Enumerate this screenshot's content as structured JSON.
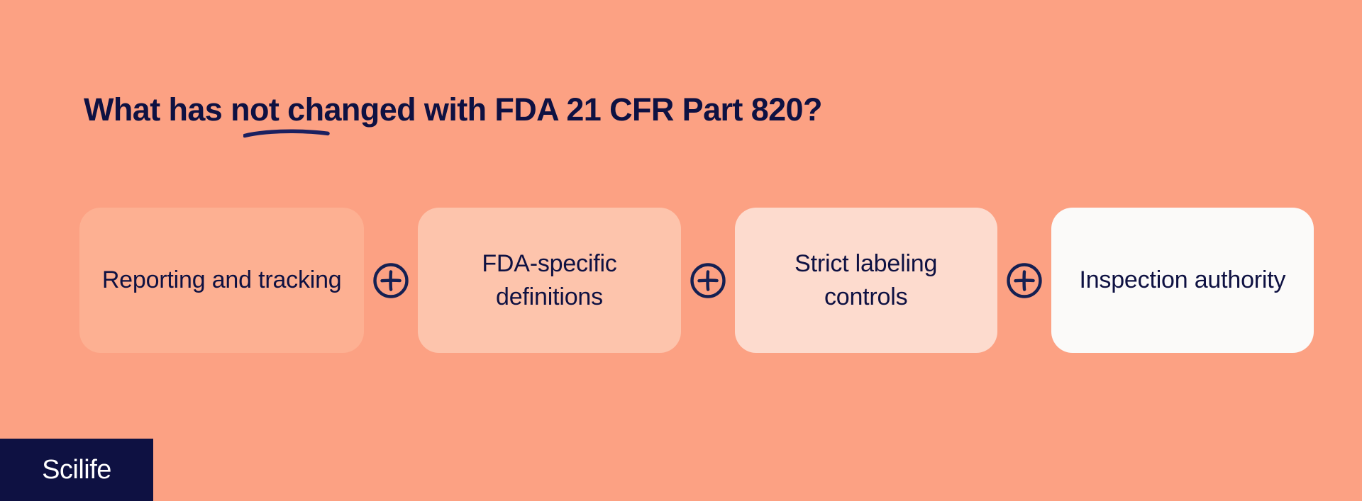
{
  "background_color": "#fca183",
  "ink_color": "#0e1142",
  "title": {
    "text": "What has not changed with FDA 21 CFR Part 820?",
    "emphasis_word": "not",
    "underline_icon": "hand-drawn-underline-icon"
  },
  "cards": [
    {
      "label": "Reporting and tracking",
      "color": "#fdb092"
    },
    {
      "label": "FDA-specific definitions",
      "color": "#fdc4ac"
    },
    {
      "label": "Strict labeling controls",
      "color": "#fddbce"
    },
    {
      "label": "Inspection authority",
      "color": "#fbfaf9"
    }
  ],
  "connectors": [
    {
      "icon": "plus-circle-icon"
    },
    {
      "icon": "plus-circle-icon"
    },
    {
      "icon": "plus-circle-icon"
    }
  ],
  "footer": {
    "logo_text": "Scilife",
    "logo_background": "#0e1142",
    "logo_text_color": "#ffffff"
  }
}
